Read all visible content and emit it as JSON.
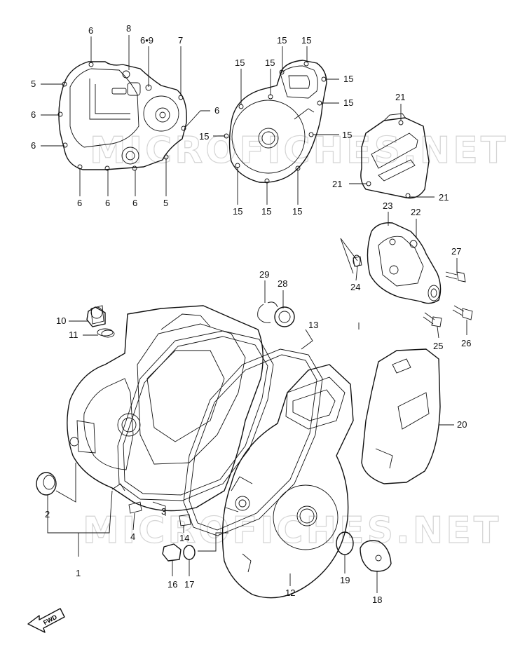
{
  "watermarks": [
    "MICROFICHES.NET",
    "MICROFICHES.NET"
  ],
  "fwd_label": "FWD",
  "callouts": {
    "c6a": "6",
    "c8": "8",
    "c69": "6•9",
    "c7": "7",
    "c5a": "5",
    "c6b": "6",
    "c6c": "6",
    "c6d": "6",
    "c6e": "6",
    "c6f": "6",
    "c5b": "5",
    "c6g": "6",
    "c15a": "15",
    "c15b": "15",
    "c15c": "15",
    "c15d": "15",
    "c15e": "15",
    "c15f": "15",
    "c15g": "15",
    "c15h": "15",
    "c15i": "15",
    "c15j": "15",
    "c15k": "15",
    "c21a": "21",
    "c21b": "21",
    "c21c": "21",
    "c23": "23",
    "c22": "22",
    "c27": "27",
    "c24": "24",
    "c25": "25",
    "c26": "26",
    "c29": "29",
    "c28": "28",
    "c13": "13",
    "c10": "10",
    "c11": "11",
    "c20": "20",
    "c2": "2",
    "c3": "3",
    "c4": "4",
    "c14": "14",
    "c1": "1",
    "c16": "16",
    "c17": "17",
    "c12": "12",
    "c19": "19",
    "c18": "18"
  }
}
